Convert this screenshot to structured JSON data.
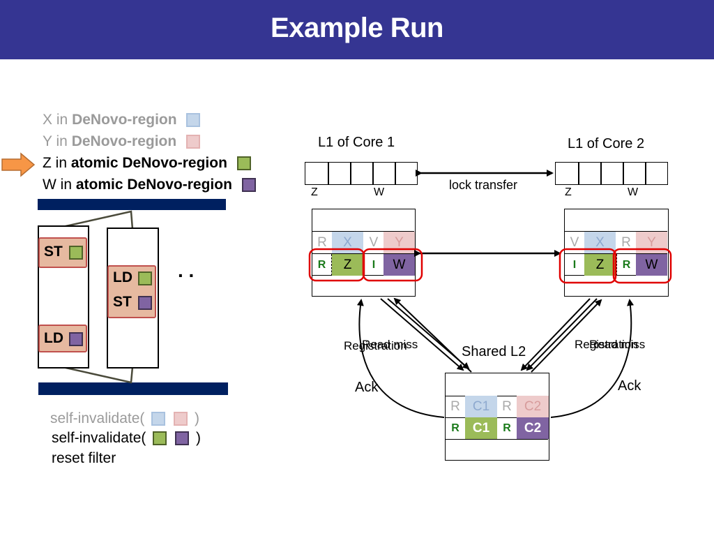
{
  "title": "Example Run",
  "legend": [
    {
      "var": "X",
      "in": "in",
      "region": "DeNovo-region",
      "state": "inactive",
      "swatch": "blue-icon"
    },
    {
      "var": "Y",
      "in": "in",
      "region": "DeNovo-region",
      "state": "inactive",
      "swatch": "pink-icon"
    },
    {
      "var": "Z",
      "in": "in",
      "region": "atomic DeNovo-region",
      "state": "active",
      "swatch": "green-icon"
    },
    {
      "var": "W",
      "in": "in",
      "region": "atomic DeNovo-region",
      "state": "active",
      "swatch": "purple-icon"
    }
  ],
  "threads": {
    "t1_op1": "ST",
    "t1_op2": "LD",
    "t2_op1": "LD",
    "t2_op2": "ST",
    "ellipsis": ". ."
  },
  "bottom_text": {
    "inv1_open": "self-invalidate(",
    "inv1_close": ")",
    "inv2_open": "self-invalidate(",
    "inv2_close": ")",
    "reset": "reset filter"
  },
  "core1": {
    "title": "L1 of Core 1",
    "filter_z": "Z",
    "filter_w": "W",
    "row1": [
      "R",
      "X",
      "V",
      "Y"
    ],
    "row2": [
      "R",
      "Z",
      "I",
      "W"
    ]
  },
  "core2": {
    "title": "L1 of Core 2",
    "filter_z": "Z",
    "filter_w": "W",
    "row1": [
      "V",
      "X",
      "R",
      "Y"
    ],
    "row2": [
      "I",
      "Z",
      "R",
      "W"
    ]
  },
  "lock_transfer": "lock transfer",
  "shared": {
    "title": "Shared L2",
    "row1": [
      "R",
      "C1",
      "R",
      "C2"
    ],
    "row2": [
      "R",
      "C1",
      "R",
      "C2"
    ]
  },
  "labels": {
    "left_a": "Registration",
    "left_b": "Read miss",
    "right_a": "Registration",
    "right_b": "Read miss",
    "ack_left": "Ack",
    "ack_right": "Ack"
  },
  "colors": {
    "header": "#353592",
    "blue": "#c4d6ea",
    "pink": "#eecbcb",
    "green": "#9bbb59",
    "purple": "#8064a2",
    "highlight": "#e00000"
  }
}
